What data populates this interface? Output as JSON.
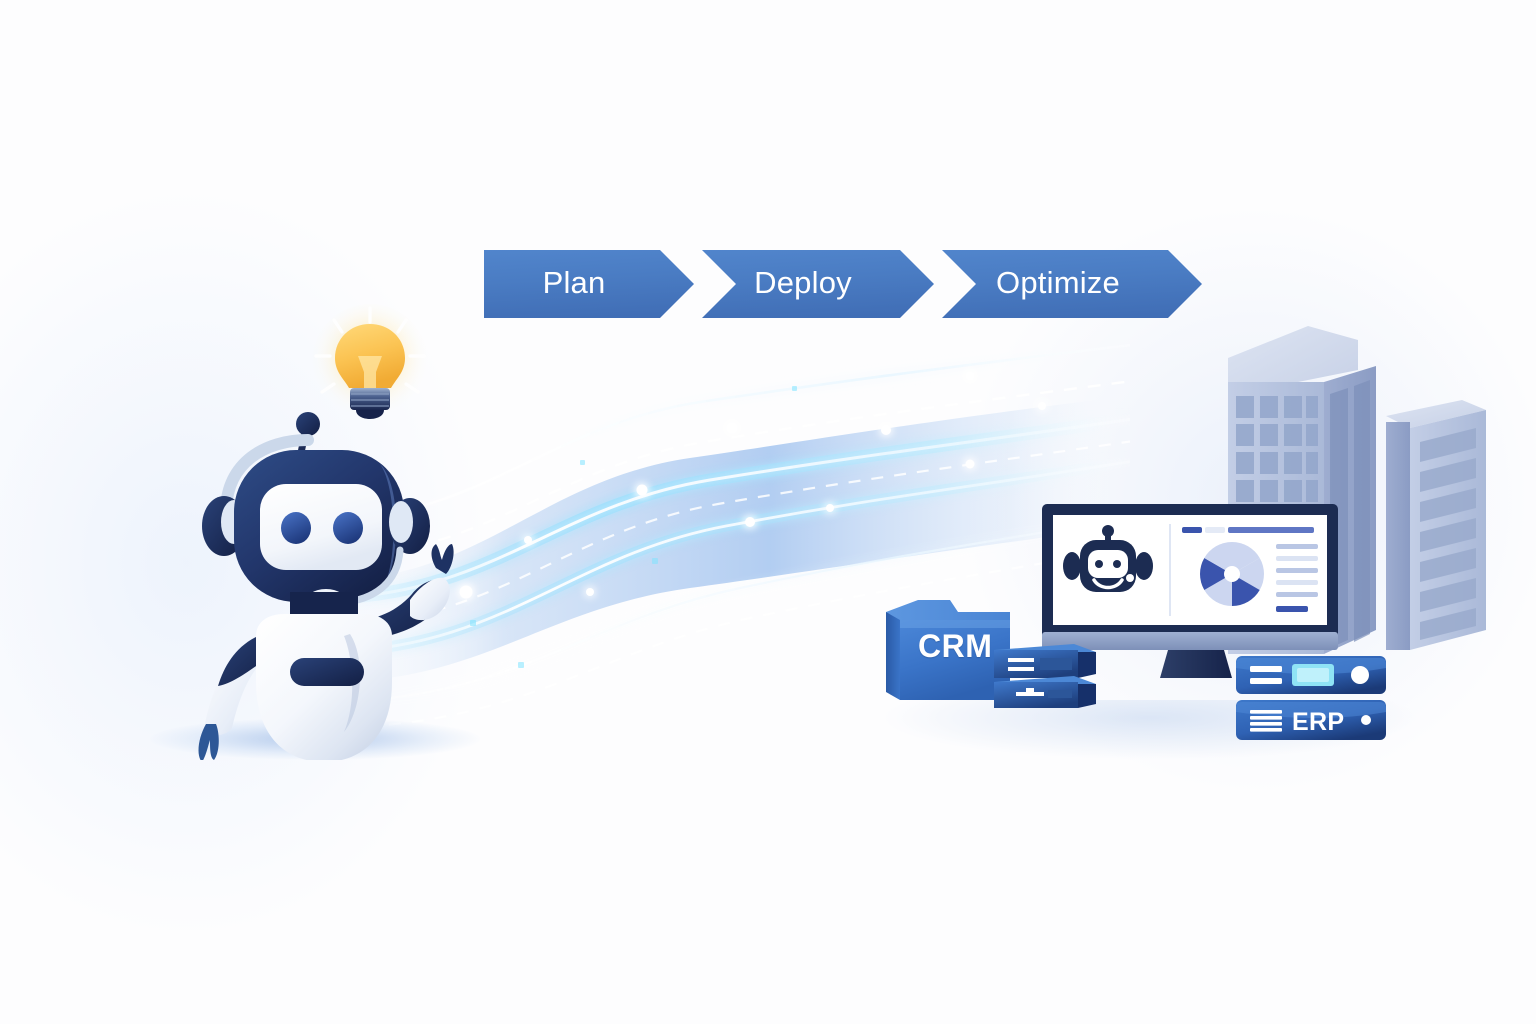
{
  "scene": {
    "title": "AI assistant process and enterprise systems illustration",
    "background_color": "#fdfdfe"
  },
  "process_bar": {
    "accent_color": "#4a7cc3",
    "text_color": "#ffffff",
    "steps": [
      {
        "label": "Plan"
      },
      {
        "label": "Deploy"
      },
      {
        "label": "Optimize"
      }
    ]
  },
  "robot": {
    "name": "ai-assistant-robot",
    "head_color": "#1d2f5e",
    "body_color": "#f2f5fb",
    "eye_color": "#2a4c9b",
    "idea_bulb": {
      "glass_color": "#fdc954",
      "base_color": "#22356b",
      "ray_count": 8
    }
  },
  "data_flow": {
    "stream_color": "#ffffff",
    "glow_color": "#6fd4ff",
    "band_color": "#9dc0ee",
    "solid_stream_count": 4,
    "dashed_stream_count": 3,
    "node_count": 11
  },
  "systems": {
    "folder": {
      "label": "CRM",
      "color": "#3a74c8"
    },
    "server_rack": {
      "label": "ERP",
      "color": "#2f62b4",
      "screen_color": "#8fe3f5"
    },
    "monitor": {
      "bezel_color": "#1c2c52",
      "screen_color": "#ffffff",
      "avatar_name": "smiling-robot-avatar",
      "dashboard": {
        "progress_fill": "#3a54ad",
        "chart_type": "donut",
        "segment_colors": [
          "#3a54ad",
          "#ccd6f0",
          "#3a54ad",
          "#ccd6f0",
          "#3a54ad",
          "#ccd6f0"
        ],
        "text_line_count": 6
      }
    },
    "buildings": {
      "count": 2,
      "color": "#adbcda",
      "tower_window_rows": 9,
      "annex_window_rows": 7
    }
  }
}
